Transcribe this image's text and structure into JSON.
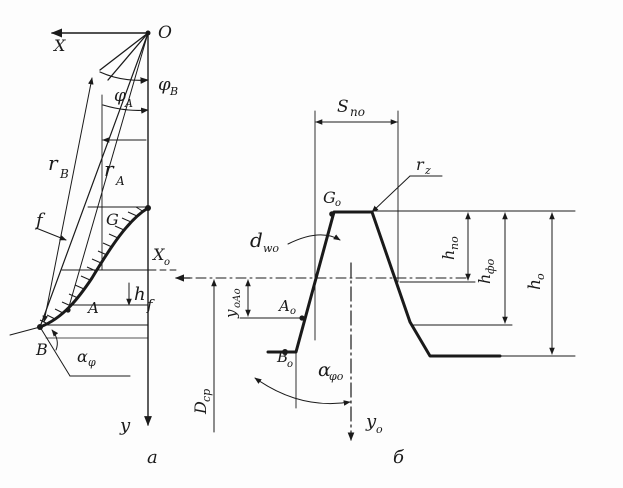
{
  "left_figure": {
    "labels": {
      "O": "O",
      "X": "X",
      "phi_B": "φ",
      "phi_B_sub": "B",
      "phi_A": "φ",
      "phi_A_sub": "A",
      "r_B": "r",
      "r_B_sub": "B",
      "r_A": "r",
      "r_A_sub": "A",
      "f": "f",
      "G": "G",
      "X0": "X",
      "X0_sub": "o",
      "A": "A",
      "h": "h",
      "h_sub": "f",
      "B": "B",
      "alpha": "α",
      "alpha_sub": "φ",
      "y": "y",
      "caption": "a"
    }
  },
  "right_figure": {
    "labels": {
      "S": "S",
      "S_sub": "по",
      "r": "r",
      "r_sub": "z",
      "G0": "G",
      "G0_sub": "o",
      "d": "d",
      "d_sub": "wo",
      "h_pa": "h",
      "h_pa_sub": "по",
      "h_fo": "h",
      "h_fo_sub": "фо",
      "h0": "h",
      "h0_sub": "o",
      "y_ao": "y",
      "y_ao_sub": "оАо",
      "A0": "A",
      "A0_sub": "o",
      "B0": "B",
      "B0_sub": "o",
      "D": "D",
      "D_sub": "cp",
      "alpha0": "α",
      "alpha0_sub": "φo",
      "y0": "y",
      "y0_sub": "o",
      "caption": "б"
    }
  }
}
